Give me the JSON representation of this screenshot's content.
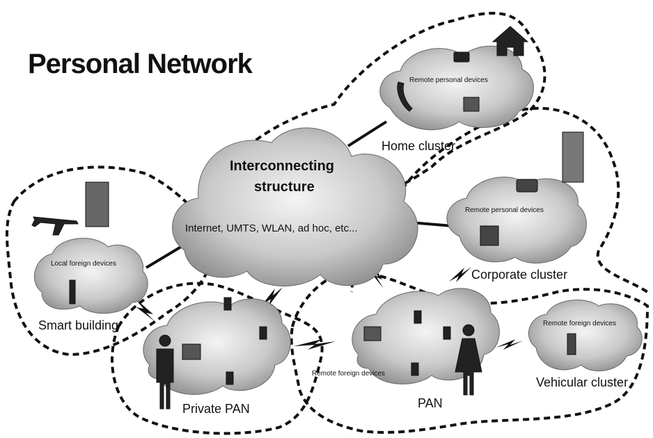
{
  "title": "Personal Network",
  "core": {
    "line1": "Interconnecting",
    "line2": "structure",
    "sub": "Internet, UMTS, WLAN, ad hoc, etc..."
  },
  "clusters": {
    "home": {
      "name": "Home cluster",
      "note": "Remote personal devices"
    },
    "corporate": {
      "name": "Corporate cluster",
      "note": "Remote personal devices"
    },
    "smart": {
      "name": "Smart building",
      "note": "Local foreign devices"
    },
    "private_pan": {
      "name": "Private PAN"
    },
    "pan": {
      "name": "PAN",
      "note": "Remote foreign devices"
    },
    "vehicular": {
      "name": "Vehicular cluster",
      "note": "Remote foreign devices"
    }
  }
}
